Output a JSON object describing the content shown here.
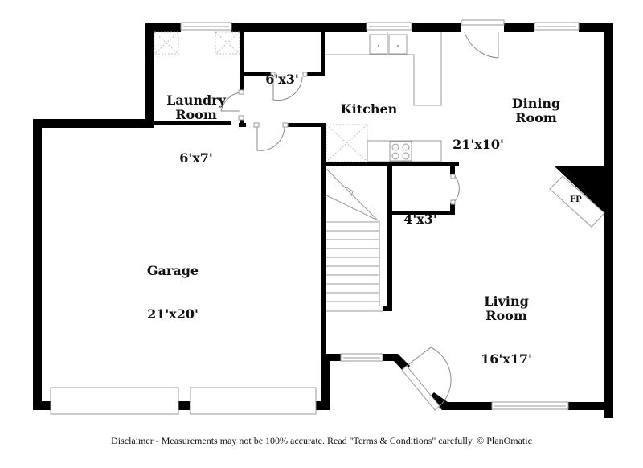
{
  "floorplan": {
    "rooms": [
      {
        "id": "laundry",
        "name": "Laundry\nRoom",
        "dims": "6'x7'"
      },
      {
        "id": "closet-top",
        "name": "",
        "dims": "6'x3'"
      },
      {
        "id": "kitchen",
        "name": "Kitchen",
        "dims": ""
      },
      {
        "id": "dining",
        "name": "Dining\nRoom",
        "dims": "21'x10'"
      },
      {
        "id": "closet-mid",
        "name": "",
        "dims": "4'x3'"
      },
      {
        "id": "garage",
        "name": "Garage",
        "dims": "21'x20'"
      },
      {
        "id": "living",
        "name": "Living\nRoom",
        "dims": "16'x17'"
      }
    ],
    "fireplace_label": "FP"
  },
  "footer": {
    "disclaimer": "Disclaimer - Measurements may not be 100% accurate. Read \"Terms & Conditions\" carefully. © PlanOmatic"
  },
  "colors": {
    "wall": "#000000",
    "fixture_line": "#9a9a9a",
    "background": "#ffffff"
  }
}
